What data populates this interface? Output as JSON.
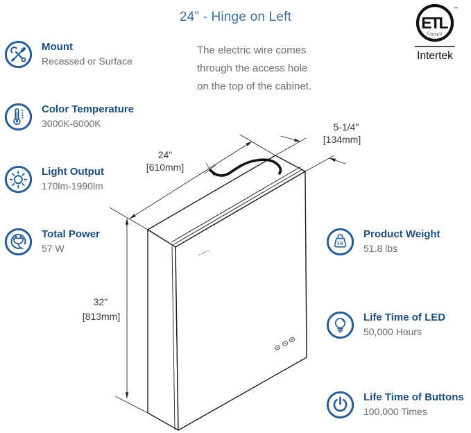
{
  "title": "24” - Hinge on Left",
  "certification": {
    "mark": "ETL",
    "listed": "LISTED",
    "tm": "™",
    "brand": "Intertek"
  },
  "note": {
    "lines": [
      "The electric wire comes",
      "through the access hole",
      "on the top of the cabinet."
    ]
  },
  "features_left": [
    {
      "label": "Mount",
      "value": "Recessed or Surface"
    },
    {
      "label": "Color Temperature",
      "value": "3000K-6000K"
    },
    {
      "label": "Light Output",
      "value": "170lm-1990lm"
    },
    {
      "label": "Total Power",
      "value": "57 W"
    }
  ],
  "features_right": [
    {
      "label": "Product Weight",
      "value": "51.8 lbs"
    },
    {
      "label": "Life Time of LED",
      "value": "50,000 Hours"
    },
    {
      "label": "Life Time of Buttons",
      "value": "100,000 Times"
    }
  ],
  "dimensions": {
    "width": {
      "inches": "24\"",
      "mm": "[610mm]"
    },
    "depth": {
      "inches": "5-1/4\"",
      "mm": "[134mm]"
    },
    "height": {
      "inches": "32\"",
      "mm": "[813mm]"
    }
  },
  "icons": {
    "weight_badge": "LB"
  },
  "colors": {
    "title_blue": "#3f6f9f",
    "heading_blue": "#1e4d7b",
    "icon_blue": "#2b5f93",
    "text_gray": "#6b6b6b",
    "line_dark": "#1d1d1d"
  }
}
